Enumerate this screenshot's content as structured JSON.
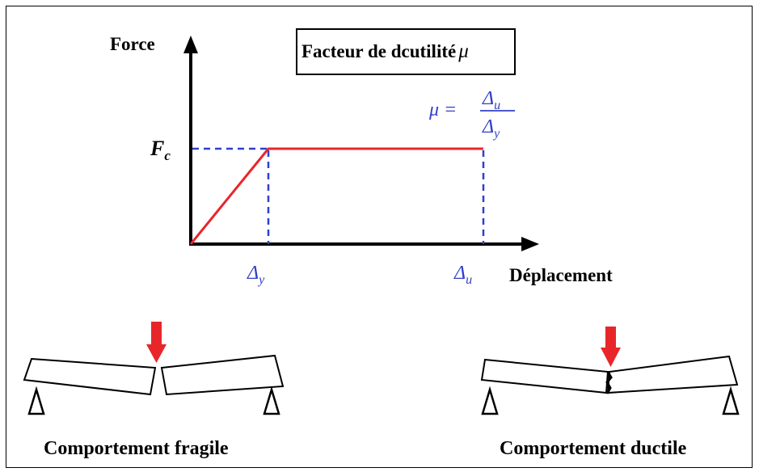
{
  "diagram": {
    "title_prefix": "Facteur de dcutilité",
    "title_symbol": "μ",
    "y_axis_label": "Force",
    "x_axis_label": "Déplacement",
    "fc_label": "F",
    "fc_sub": "c",
    "dy_label": "Δ",
    "dy_sub": "y",
    "du_label": "Δ",
    "du_sub": "u",
    "formula": {
      "lhs": "μ =",
      "num": "Δ",
      "num_sub": "u",
      "den": "Δ",
      "den_sub": "y"
    },
    "curve_color": "#e8262a",
    "dash_color": "#2f3fd0",
    "blue_text_color": "#3340c8"
  },
  "captions": {
    "fragile": "Comportement fragile",
    "ductile": "Comportement ductile"
  },
  "icons": [
    "down-arrow-red",
    "triangle-support"
  ]
}
